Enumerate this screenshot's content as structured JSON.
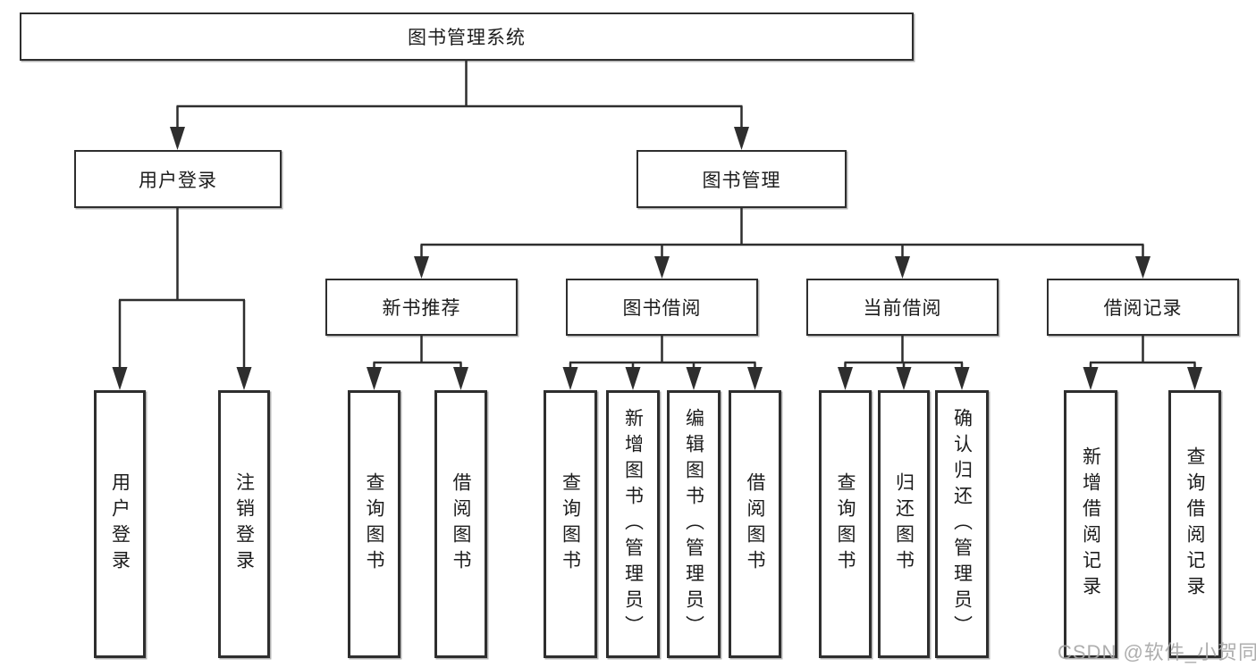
{
  "diagram": {
    "root": {
      "label": "图书管理系统"
    },
    "level1": [
      {
        "label": "用户登录"
      },
      {
        "label": "图书管理"
      }
    ],
    "level2": [
      {
        "label": "新书推荐"
      },
      {
        "label": "图书借阅"
      },
      {
        "label": "当前借阅"
      },
      {
        "label": "借阅记录"
      }
    ],
    "leaves": {
      "user_login": [
        "用户登录",
        "注销登录"
      ],
      "new_books": [
        "查询图书",
        "借阅图书"
      ],
      "book_borrowing": [
        "查询图书",
        "新增图书（管理员）",
        "编辑图书（管理员）",
        "借阅图书"
      ],
      "current_borrowing": [
        "查询图书",
        "归还图书",
        "确认归还（管理员）"
      ],
      "borrowing_records": [
        "新增借阅记录",
        "查询借阅记录"
      ]
    },
    "colors": {
      "line": "#2e2e2e",
      "text": "#1c1c1c",
      "box_fill": "#ffffff",
      "watermark": "#a5a5a5"
    }
  },
  "watermark": "CSDN @软件_小贺同学"
}
